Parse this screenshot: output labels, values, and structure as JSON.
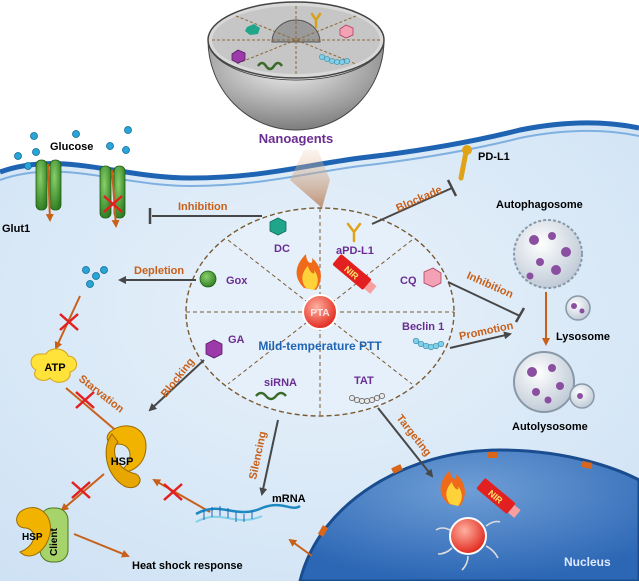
{
  "labels": {
    "nanoagents": "Nanoagents",
    "glucose": "Glucose",
    "glut1": "Glut1",
    "pdl1": "PD-L1",
    "inhibition_left": "Inhibition",
    "blockade": "Blockade",
    "autophagosome": "Autophagosome",
    "inhibition_right": "Inhibition",
    "depletion": "Depletion",
    "promotion": "Promotion",
    "lysosome": "Lysosome",
    "autolysosome": "Autolysosome",
    "dc": "DC",
    "apdl1": "aPD-L1",
    "gox": "Gox",
    "cq": "CQ",
    "ga": "GA",
    "beclin": "Beclin 1",
    "pta": "PTA",
    "nir_center": "NIR",
    "mild_ptt": "Mild-temperature PTT",
    "sirna": "siRNA",
    "tat": "TAT",
    "atp": "ATP",
    "starvation": "Starvation",
    "blocking": "Blocking",
    "hsp": "HSP",
    "silencing": "Silencing",
    "targeting": "Targeting",
    "mrna": "mRNA",
    "hsp_small": "HSP",
    "client": "Client",
    "heat_shock": "Heat shock response",
    "nir_nucleus": "NIR",
    "nucleus": "Nucleus"
  },
  "colors": {
    "cell_bg": "#d7e7f7",
    "membrane": "#1f64b3",
    "arrow_orange": "#c8601a",
    "arrow_dark": "#474747",
    "label_purple": "#6a2d91",
    "label_orange": "#c8601a",
    "inhibit_x": "#e32020",
    "hsp_yellow": "#f2b200",
    "nucleus_blue": "#2b6cc0"
  }
}
